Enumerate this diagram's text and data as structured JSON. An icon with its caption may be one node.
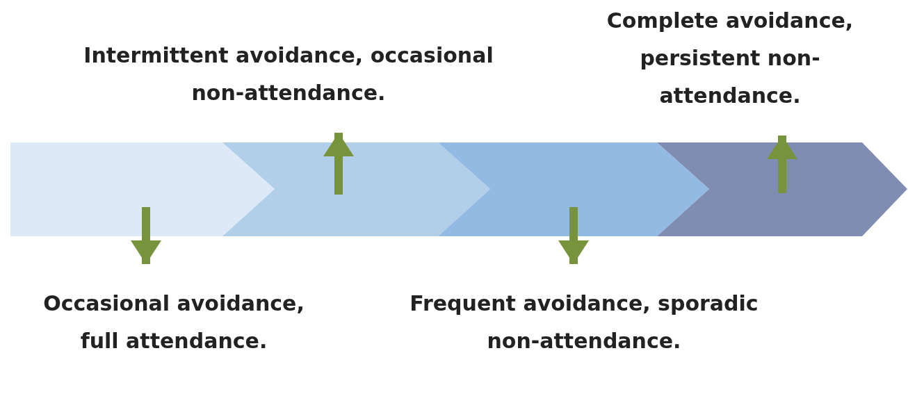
{
  "diagram": {
    "nodes": [
      {
        "text": [],
        "shape": "chevron"
      },
      {
        "text": [],
        "shape": "chevron"
      },
      {
        "text": [],
        "shape": "chevron"
      },
      {
        "text": [],
        "shape": "chevron"
      },
      {
        "text": [
          "Occasional avoidance, full attendance."
        ]
      },
      {
        "text": [
          "Intermittent avoidance, occasional non-attendance."
        ]
      },
      {
        "text": [
          "Frequent avoidance, sporadic non-attendance."
        ]
      },
      {
        "text": [
          "Complete avoidance, persistent non-attendance."
        ]
      }
    ],
    "edges": [
      {
        "from": 0,
        "to": 4,
        "arrow": "to"
      },
      {
        "from": 1,
        "to": 5,
        "arrow": "to"
      },
      {
        "from": 2,
        "to": 6,
        "arrow": "to"
      },
      {
        "from": 3,
        "to": 7,
        "arrow": "to"
      }
    ]
  }
}
